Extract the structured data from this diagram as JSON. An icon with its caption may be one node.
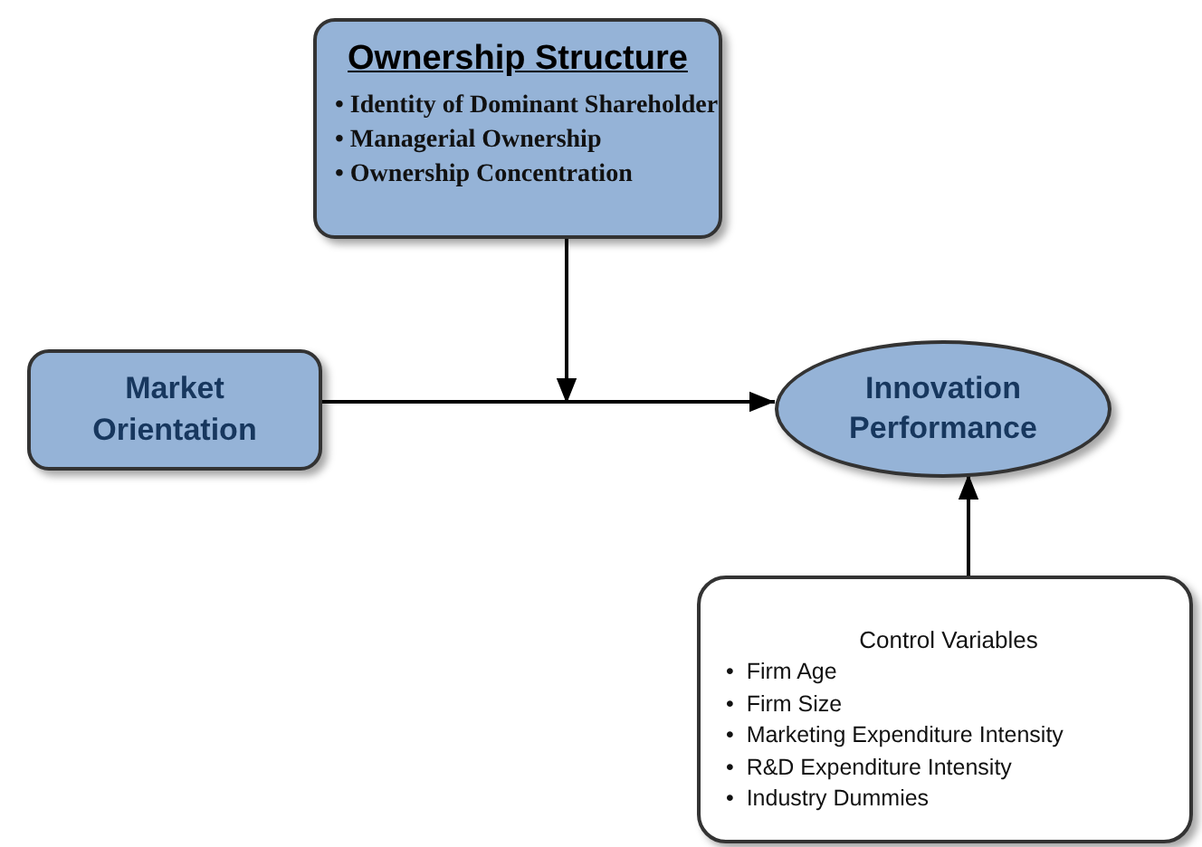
{
  "diagram": {
    "nodes": [
      {
        "text": [
          "Ownership Structure",
          "• Identity of Dominant Shareholder",
          "• Managerial Ownership",
          "• Ownership Concentration"
        ]
      },
      {
        "text": [
          "Market Orientation"
        ]
      },
      {
        "text": [
          "Innovation Performance"
        ]
      },
      {
        "text": [
          "Control Variables",
          "•  Firm Age",
          "•  Firm Size",
          "•  Marketing Expenditure Intensity",
          "•  R&D Expenditure Intensity",
          "•  Industry Dummies"
        ]
      }
    ],
    "edges": [
      {
        "from": 1,
        "to": 2,
        "arrow": "to"
      },
      {
        "from": 0,
        "to": null,
        "arrow": "to"
      },
      {
        "from": 3,
        "to": 2,
        "arrow": "to"
      }
    ]
  }
}
